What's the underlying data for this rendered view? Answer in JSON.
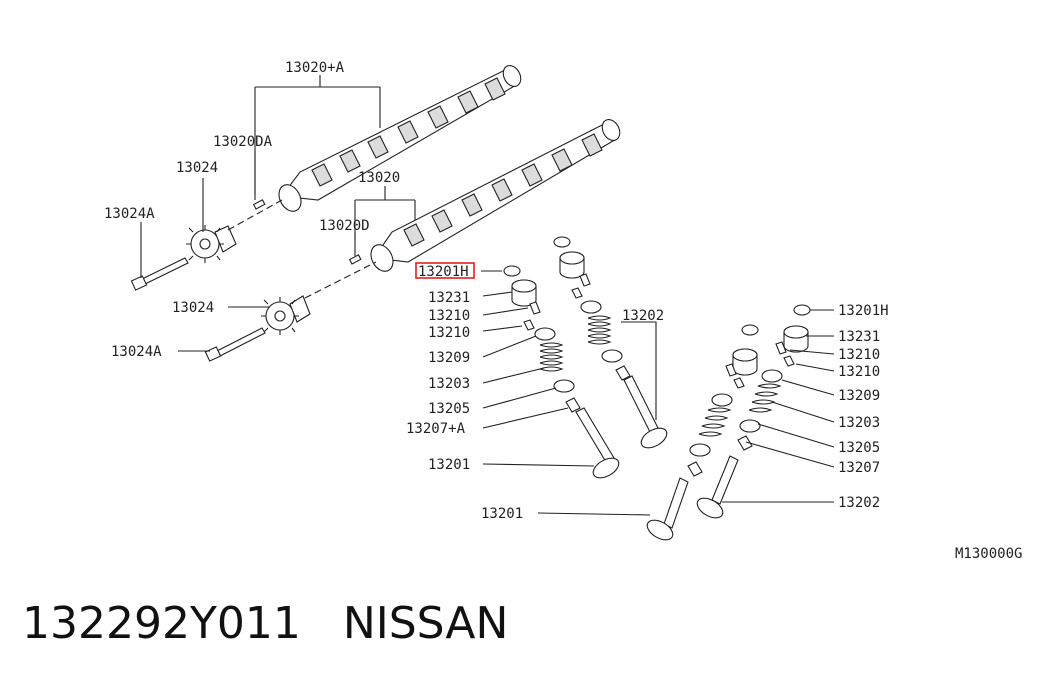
{
  "diagram": {
    "code": "M130000G",
    "highlight_color": "#e02020",
    "callouts": {
      "c13020A": "13020+A",
      "c13020DA": "13020DA",
      "c13024_top": "13024",
      "c13024A_top": "13024A",
      "c13020": "13020",
      "c13020D": "13020D",
      "c13024_mid": "13024",
      "c13024A_mid": "13024A",
      "c13201H_left": "13201H",
      "c13231_left": "13231",
      "c13210_left_a": "13210",
      "c13210_left_b": "13210",
      "c13209_left": "13209",
      "c13203_left": "13203",
      "c13205_left": "13205",
      "c13207A_left": "13207+A",
      "c13201_left": "13201",
      "c13202_top": "13202",
      "c13201_bottom": "13201",
      "c13201H_right": "13201H",
      "c13231_right": "13231",
      "c13210_right_a": "13210",
      "c13210_right_b": "13210",
      "c13209_right": "13209",
      "c13203_right": "13203",
      "c13205_right": "13205",
      "c13207_right": "13207",
      "c13202_right": "13202"
    }
  },
  "footer": {
    "part_number": "132292Y011",
    "brand": "NISSAN"
  }
}
